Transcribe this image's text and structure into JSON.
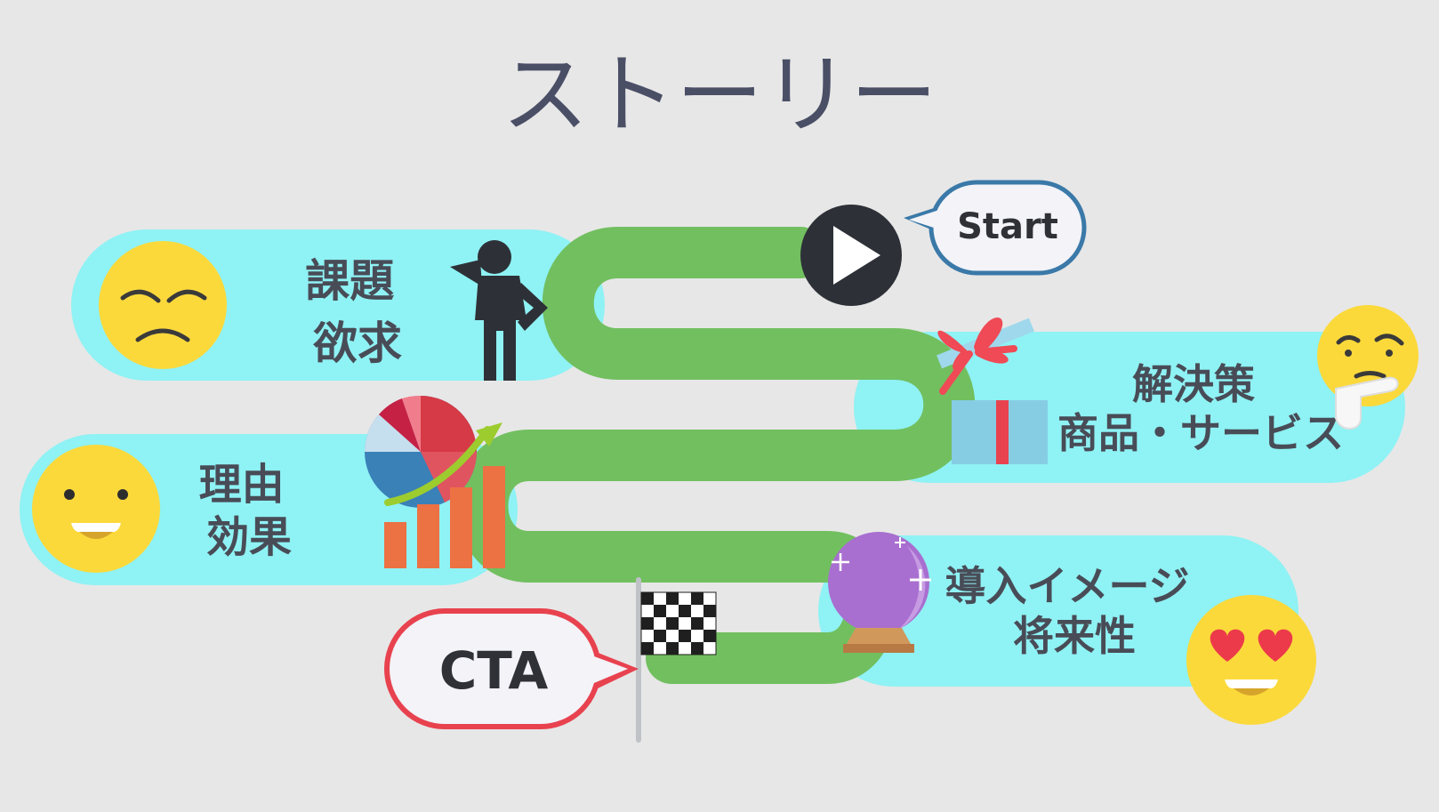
{
  "title": "ストーリー",
  "start_label": "Start",
  "cta_label": "CTA",
  "stages": [
    {
      "lines": [
        "課題",
        "欲求"
      ],
      "emoji": "pensive-face-icon",
      "icon": "thinking-person-icon"
    },
    {
      "lines": [
        "解決策",
        "商品・サービス"
      ],
      "emoji": "thinking-face-icon",
      "icon": "gift-box-icon"
    },
    {
      "lines": [
        "理由",
        "効果"
      ],
      "emoji": "smiling-face-icon",
      "icon": "chart-growth-icon"
    },
    {
      "lines": [
        "導入イメージ",
        "将来性"
      ],
      "emoji": "heart-eyes-face-icon",
      "icon": "crystal-ball-icon"
    }
  ],
  "colors": {
    "background": "#e7e7e7",
    "band": "#8ff2f4",
    "road": "#72bf60",
    "title": "#4a4f66",
    "start_bubble_border": "#3a79a8",
    "cta_bubble_border": "#e8424f",
    "emoji": "#fbd93b"
  }
}
